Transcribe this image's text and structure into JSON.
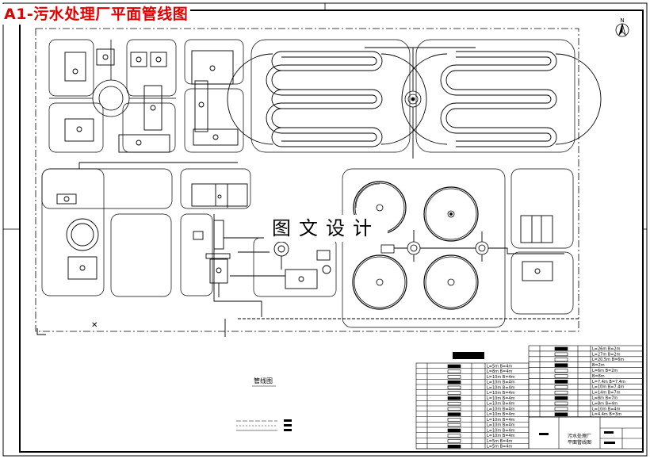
{
  "drawing_title": "A1-污水处理厂平面管线图",
  "watermark": "图文设计",
  "north_label": "N",
  "plan_caption": "管线图",
  "title_block": {
    "line1": "污水处理厂",
    "line2": "平面管线图"
  },
  "pipe_table_right": [
    {
      "spec": "L=26m B=2m"
    },
    {
      "spec": "L=27m B=2m"
    },
    {
      "spec": "L=20.5m B=6m"
    },
    {
      "spec": "B=2m"
    },
    {
      "spec": "L=6m B=2m"
    },
    {
      "spec": "B=8m"
    },
    {
      "spec": "L=7.4m B=7.4m"
    },
    {
      "spec": "L=10m B=7.4m"
    },
    {
      "spec": "L=14m B=7m"
    },
    {
      "spec": "L=8m B=7m"
    },
    {
      "spec": "L=8m B=4m"
    },
    {
      "spec": "L=10m B=4m"
    },
    {
      "spec": "L=4.4m B=3m"
    }
  ],
  "pipe_table_left": [
    {
      "spec": "L=5m B=4m"
    },
    {
      "spec": "L=8m B=4m"
    },
    {
      "spec": "L=10m B=4m"
    },
    {
      "spec": "L=10m B=4m"
    },
    {
      "spec": "L=10m B=4m"
    },
    {
      "spec": "L=10m B=4m"
    },
    {
      "spec": "L=10m B=4m"
    },
    {
      "spec": "L=10m B=4m"
    },
    {
      "spec": "L=10m B=4m"
    },
    {
      "spec": "L=10m B=4m"
    },
    {
      "spec": "L=10m B=4m"
    },
    {
      "spec": "L=10m B=4m"
    },
    {
      "spec": "L=10m B=4m"
    },
    {
      "spec": "L=10m B=4m"
    },
    {
      "spec": "L=5m B=4m"
    },
    {
      "spec": "L=5m B=4m"
    }
  ]
}
